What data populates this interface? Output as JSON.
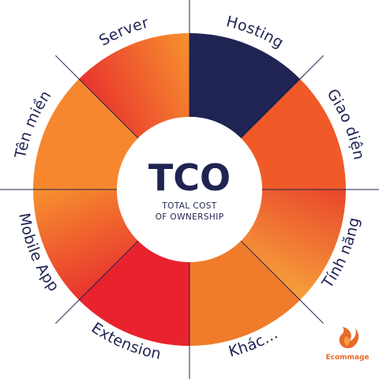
{
  "center": {
    "title": "TCO",
    "subtitle_line1": "TOTAL COST",
    "subtitle_line2": "OF OWNERSHIP",
    "color": "#1f2452"
  },
  "segments": [
    {
      "label": "Hosting",
      "colors": [
        "#1f2452",
        "#1f2452"
      ]
    },
    {
      "label": "Giao diện",
      "colors": [
        "#f05a28",
        "#f05a28"
      ]
    },
    {
      "label": "Tính năng",
      "colors": [
        "#e8452b",
        "#f7a13a"
      ]
    },
    {
      "label": "Khác...",
      "colors": [
        "#f07b2a",
        "#f07b2a"
      ]
    },
    {
      "label": "Extension",
      "colors": [
        "#e8232e",
        "#e8232e"
      ]
    },
    {
      "label": "Mobile App",
      "colors": [
        "#e8332e",
        "#f7932e"
      ]
    },
    {
      "label": "Tên miền",
      "colors": [
        "#f6872e",
        "#f6872e"
      ]
    },
    {
      "label": "Server",
      "colors": [
        "#e8332e",
        "#f7932e"
      ]
    }
  ],
  "brand": {
    "name": "Ecommage",
    "color": "#e8692a"
  }
}
